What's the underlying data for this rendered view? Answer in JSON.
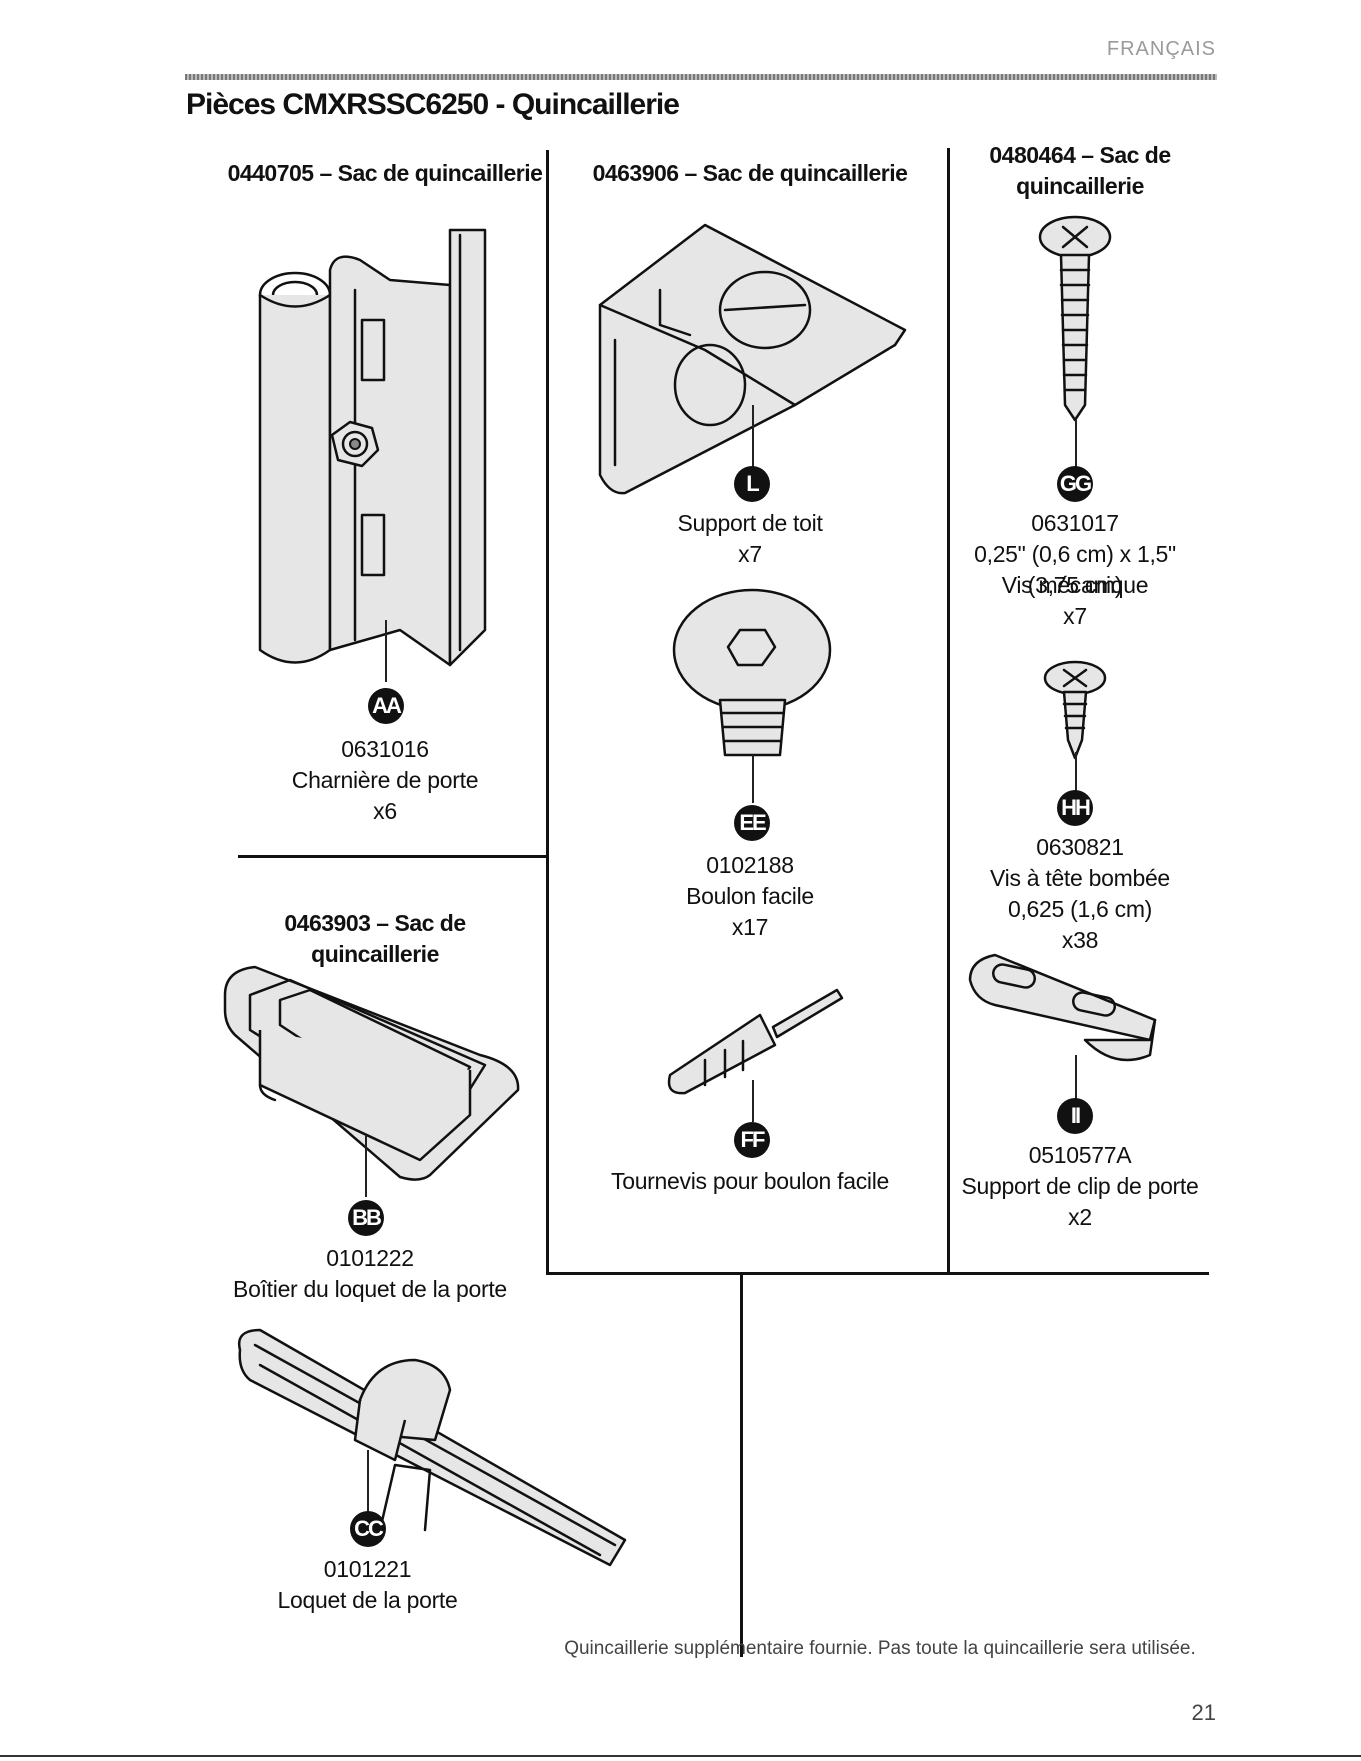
{
  "header": {
    "language": "FRANÇAIS",
    "title": "Pièces CMXRSSC6250 - Quincaillerie"
  },
  "bags": {
    "bag_0440705": "0440705 – Sac de quincaillerie",
    "bag_0463903": "0463903 – Sac de quincaillerie",
    "bag_0463906": "0463906 – Sac de quincaillerie",
    "bag_0480464_line1": "0480464 – Sac de",
    "bag_0480464_line2": "quincaillerie"
  },
  "parts": {
    "AA": {
      "letter": "AA",
      "number": "0631016",
      "name": "Charnière de porte",
      "qty": "x6"
    },
    "BB": {
      "letter": "BB",
      "number": "0101222",
      "name": "Boîtier du loquet de la porte"
    },
    "CC": {
      "letter": "CC",
      "number": "0101221",
      "name": "Loquet de la porte"
    },
    "L": {
      "letter": "L",
      "name": "Support de toit",
      "qty": "x7"
    },
    "EE": {
      "letter": "EE",
      "number": "0102188",
      "name": "Boulon facile",
      "qty": "x17"
    },
    "FF": {
      "letter": "FF",
      "name": "Tournevis pour boulon facile"
    },
    "GG": {
      "letter": "GG",
      "number": "0631017",
      "size": "0,25\" (0,6 cm) x 1,5\" (3,75 cm)",
      "name": "Vis mécanique",
      "qty": "x7"
    },
    "HH": {
      "letter": "HH",
      "number": "0630821",
      "name": "Vis à tête bombée",
      "size": "0,625 (1,6 cm)",
      "qty": "x38"
    },
    "II": {
      "letter": "II",
      "number": "0510577A",
      "name": "Support de clip de porte",
      "qty": "x2"
    }
  },
  "footer": {
    "note": "Quincaillerie supplémentaire fournie. Pas toute la quincaillerie sera utilisée.",
    "page_number": "21"
  },
  "colors": {
    "ink": "#111111",
    "muted": "#9a9a9a",
    "badge": "#111111"
  },
  "icons": [
    "hinge-illustration",
    "latch-housing-illustration",
    "latch-illustration",
    "roof-bracket-illustration",
    "easy-bolt-illustration",
    "screwdriver-illustration",
    "machine-screw-illustration",
    "pan-head-screw-illustration",
    "door-clip-bracket-illustration"
  ]
}
